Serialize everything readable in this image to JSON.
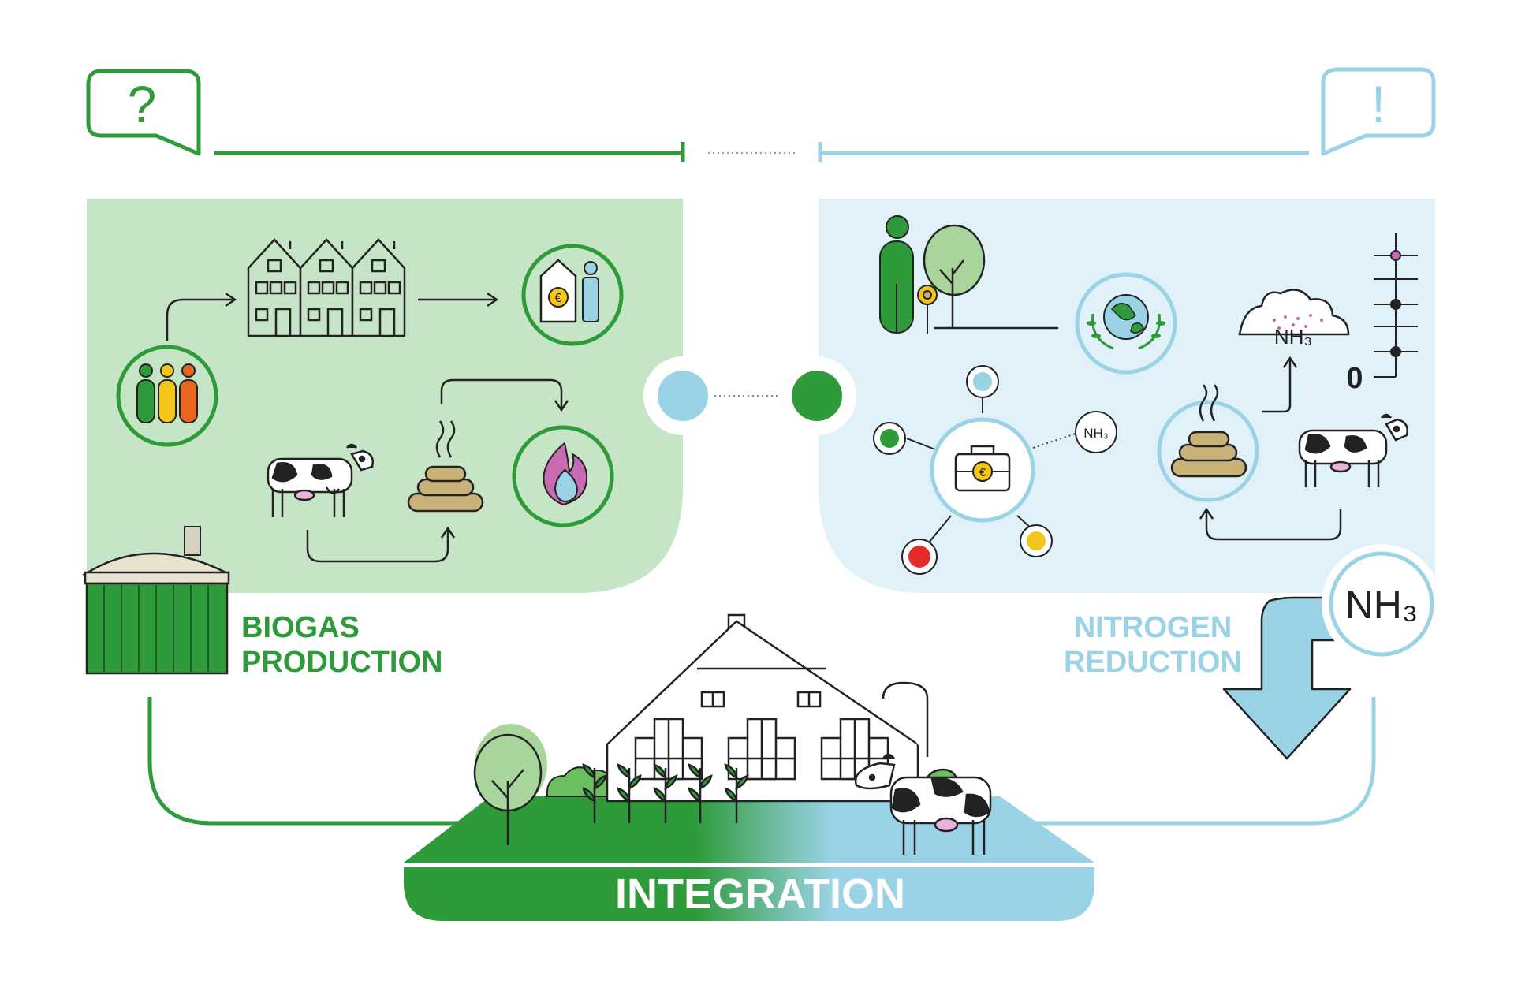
{
  "colors": {
    "green": "#2e9a3a",
    "green_light": "#c6e4c6",
    "blue": "#9ad3e6",
    "blue_light": "#e1f1f9",
    "ink": "#222222",
    "manure": "#c9b27a",
    "flame": "#c66bb4",
    "red": "#e52a2a",
    "yellow": "#f5c518",
    "orange": "#e8661d"
  },
  "icons": {
    "question": "?",
    "exclamation": "!",
    "euro": "€"
  },
  "left": {
    "title_line1": "BIOGAS",
    "title_line2": "PRODUCTION"
  },
  "right": {
    "title_line1": "NITROGEN",
    "title_line2": "REDUCTION",
    "nh3_small": "NH₃",
    "nh3_cloud": "NH₃",
    "nh3_big": "NH₃",
    "scale_zero": "0"
  },
  "bottom": {
    "title": "INTEGRATION"
  }
}
